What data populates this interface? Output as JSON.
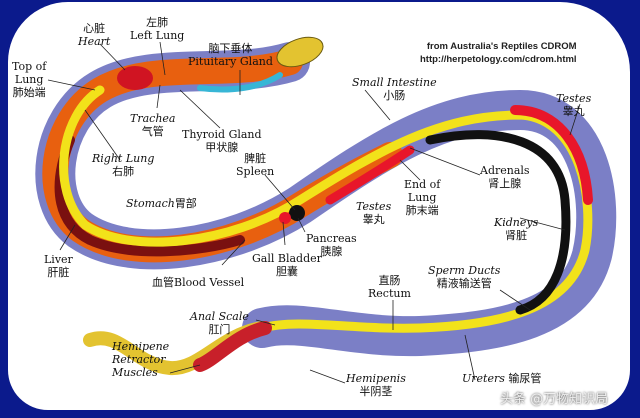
{
  "credit": {
    "line1": "from Australia's Reptiles CDROM",
    "line2": "http://herpetology.com/cdrom.html"
  },
  "watermark": "头条 @万物知识局",
  "colors": {
    "background": "#0b1a8c",
    "body_outer": "#7b7fc6",
    "body_mid": "#e8600f",
    "body_inner": "#f2e21a",
    "organ_red": "#e8162a",
    "dark": "#111111"
  },
  "labels": {
    "heart": {
      "zh": "心脏",
      "en": "Heart"
    },
    "left_lung": {
      "zh": "左肺",
      "en": "Left Lung"
    },
    "pituitary": {
      "zh": "脑下垂体",
      "en": "Pituitary Gland"
    },
    "top_lung": {
      "en1": "Top of",
      "en2": "Lung",
      "zh": "肺始端"
    },
    "trachea": {
      "en": "Trachea",
      "zh": "气管"
    },
    "thyroid": {
      "en": "Thyroid Gland",
      "zh": "甲状腺"
    },
    "right_lung": {
      "en": "Right Lung",
      "zh": "右肺"
    },
    "spleen": {
      "zh": "脾脏",
      "en": "Spleen"
    },
    "stomach": {
      "en": "Stomach",
      "zh": "胃部"
    },
    "small_intestine": {
      "en": "Small Intestine",
      "zh": "小肠"
    },
    "testes_top": {
      "en": "Testes",
      "zh": "睾丸"
    },
    "adrenals": {
      "en": "Adrenals",
      "zh": "肾上腺"
    },
    "end_lung": {
      "en1": "End of",
      "en2": "Lung",
      "zh": "肺末端"
    },
    "testes_mid": {
      "en": "Testes",
      "zh": "睾丸"
    },
    "kidneys": {
      "en": "Kidneys",
      "zh": "肾脏"
    },
    "liver": {
      "en": "Liver",
      "zh": "肝脏"
    },
    "pancreas": {
      "en": "Pancreas",
      "zh": "胰腺"
    },
    "gall_bladder": {
      "en": "Gall Bladder",
      "zh": "胆囊"
    },
    "blood_vessel": {
      "zh": "血管",
      "en": "Blood Vessel"
    },
    "sperm_ducts": {
      "en": "Sperm Ducts",
      "zh": "精液输送管"
    },
    "rectum": {
      "zh": "直肠",
      "en": "Rectum"
    },
    "anal_scale": {
      "en": "Anal Scale",
      "zh": "肛门"
    },
    "retractor": {
      "en1": "Hemipene",
      "en2": "Retractor",
      "en3": "Muscles"
    },
    "hemipenis": {
      "en": "Hemipenis",
      "zh": "半阴茎"
    },
    "ureters": {
      "en": "Ureters",
      "zh": "输尿管"
    }
  }
}
